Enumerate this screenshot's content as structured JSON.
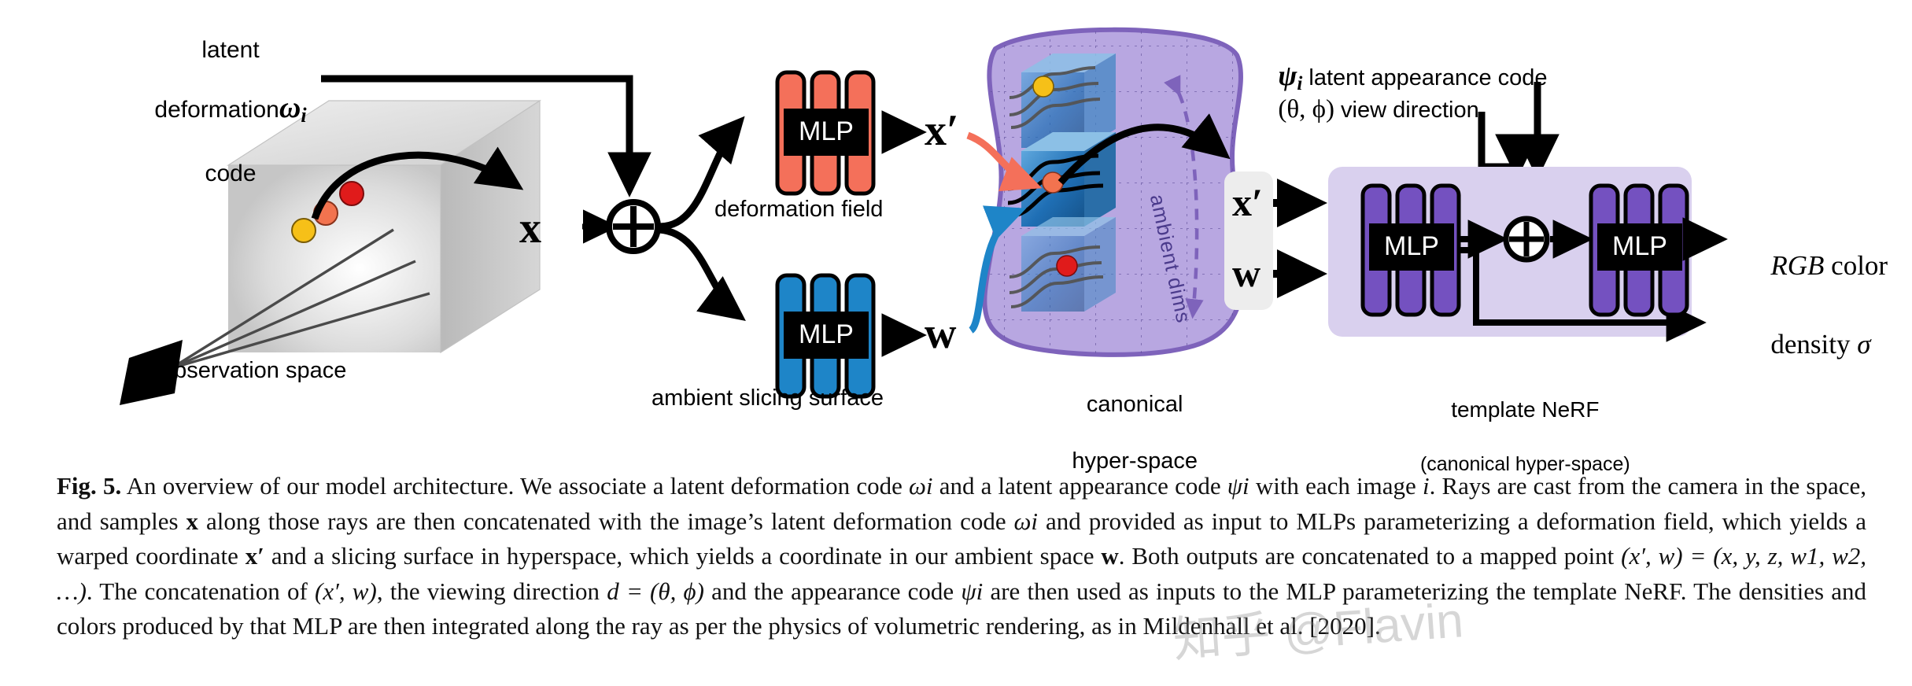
{
  "figure": {
    "labels": {
      "latent_deformation_line1": "latent",
      "latent_deformation_line2": "deformation",
      "latent_deformation_line3": "code",
      "omega_symbol": "ω",
      "omega_subscript": "i",
      "observation_space": "observation space",
      "deformation_field": "deformation field",
      "ambient_slicing_surface": "ambient slicing surface",
      "canonical_line1": "canonical",
      "canonical_line2": "hyper-space",
      "ambient_dims": "ambient dims",
      "psi_symbol": "ψ",
      "psi_subscript": "i",
      "latent_appearance_code": " latent appearance code",
      "view_direction_sym": "(θ, ϕ)",
      "view_direction_text": " view direction",
      "template_nerf": "template NeRF",
      "template_nerf_sub": "(canonical hyper-space)",
      "mlp": "MLP",
      "x_input": "x",
      "x_prime": "x′",
      "w_code": "w",
      "rgb_color_math": "RGB",
      "rgb_color_text": " color",
      "density_text": "density ",
      "density_sym": "σ",
      "plus": "⊕"
    },
    "colors": {
      "deformation_mlp": "#F4705A",
      "ambient_mlp": "#1E85C8",
      "template_mlp": "#7451C0",
      "template_panel": "#D9D0EE",
      "hyperspace_blob": "#AE9BDD",
      "hyperspace_blob_stroke": "#7E63BB",
      "slab_blue": "#2E7EC4",
      "xw_box": "#EDEDED",
      "sample_yellow": "#F6C018",
      "sample_orange": "#F2734F",
      "sample_red": "#E01B1B",
      "cube_gray": "#D0D0D0",
      "arrow_black": "#000000"
    },
    "sample_points": [
      {
        "name": "near-sample",
        "color": "#F6C018"
      },
      {
        "name": "mid-sample",
        "color": "#F2734F"
      },
      {
        "name": "far-sample",
        "color": "#E01B1B"
      }
    ]
  },
  "caption": {
    "number": "Fig. 5.",
    "text_1": " An overview of our model architecture. We associate a latent deformation code ",
    "omega_i_a": "ωi",
    "text_2": " and a latent appearance code ",
    "psi_i_a": "ψi",
    "text_3": " with each image ",
    "i_a": "i",
    "text_4": ". Rays are cast from the camera in the space, and samples ",
    "x_a": "x",
    "text_5": " along those rays are then concatenated with the image’s latent deformation code ",
    "omega_i_b": "ωi",
    "text_6": " and provided as input to MLPs parameterizing a deformation field, which yields a warped coordinate ",
    "xprime_a": "x′",
    "text_7": " and a slicing surface in hyperspace, which yields a coordinate in our ambient space ",
    "w_a": "w",
    "text_8": ". Both outputs are concatenated to a mapped point ",
    "eq_a": "(x′, w) = (x, y, z, w1, w2, …)",
    "text_9": ". The concatenation of ",
    "eq_b": "(x′, w)",
    "text_10": ", the viewing direction ",
    "eq_c": "d = (θ, ϕ)",
    "text_11": " and the appearance code ",
    "psi_i_b": "ψi",
    "text_12": " are then used as inputs to the MLP parameterizing the template NeRF. The densities and colors produced by that MLP are then integrated along the ray as per the physics of volumetric rendering, as in Mildenhall et al. [2020]."
  },
  "watermark": {
    "text": "知乎 @Flavin"
  }
}
